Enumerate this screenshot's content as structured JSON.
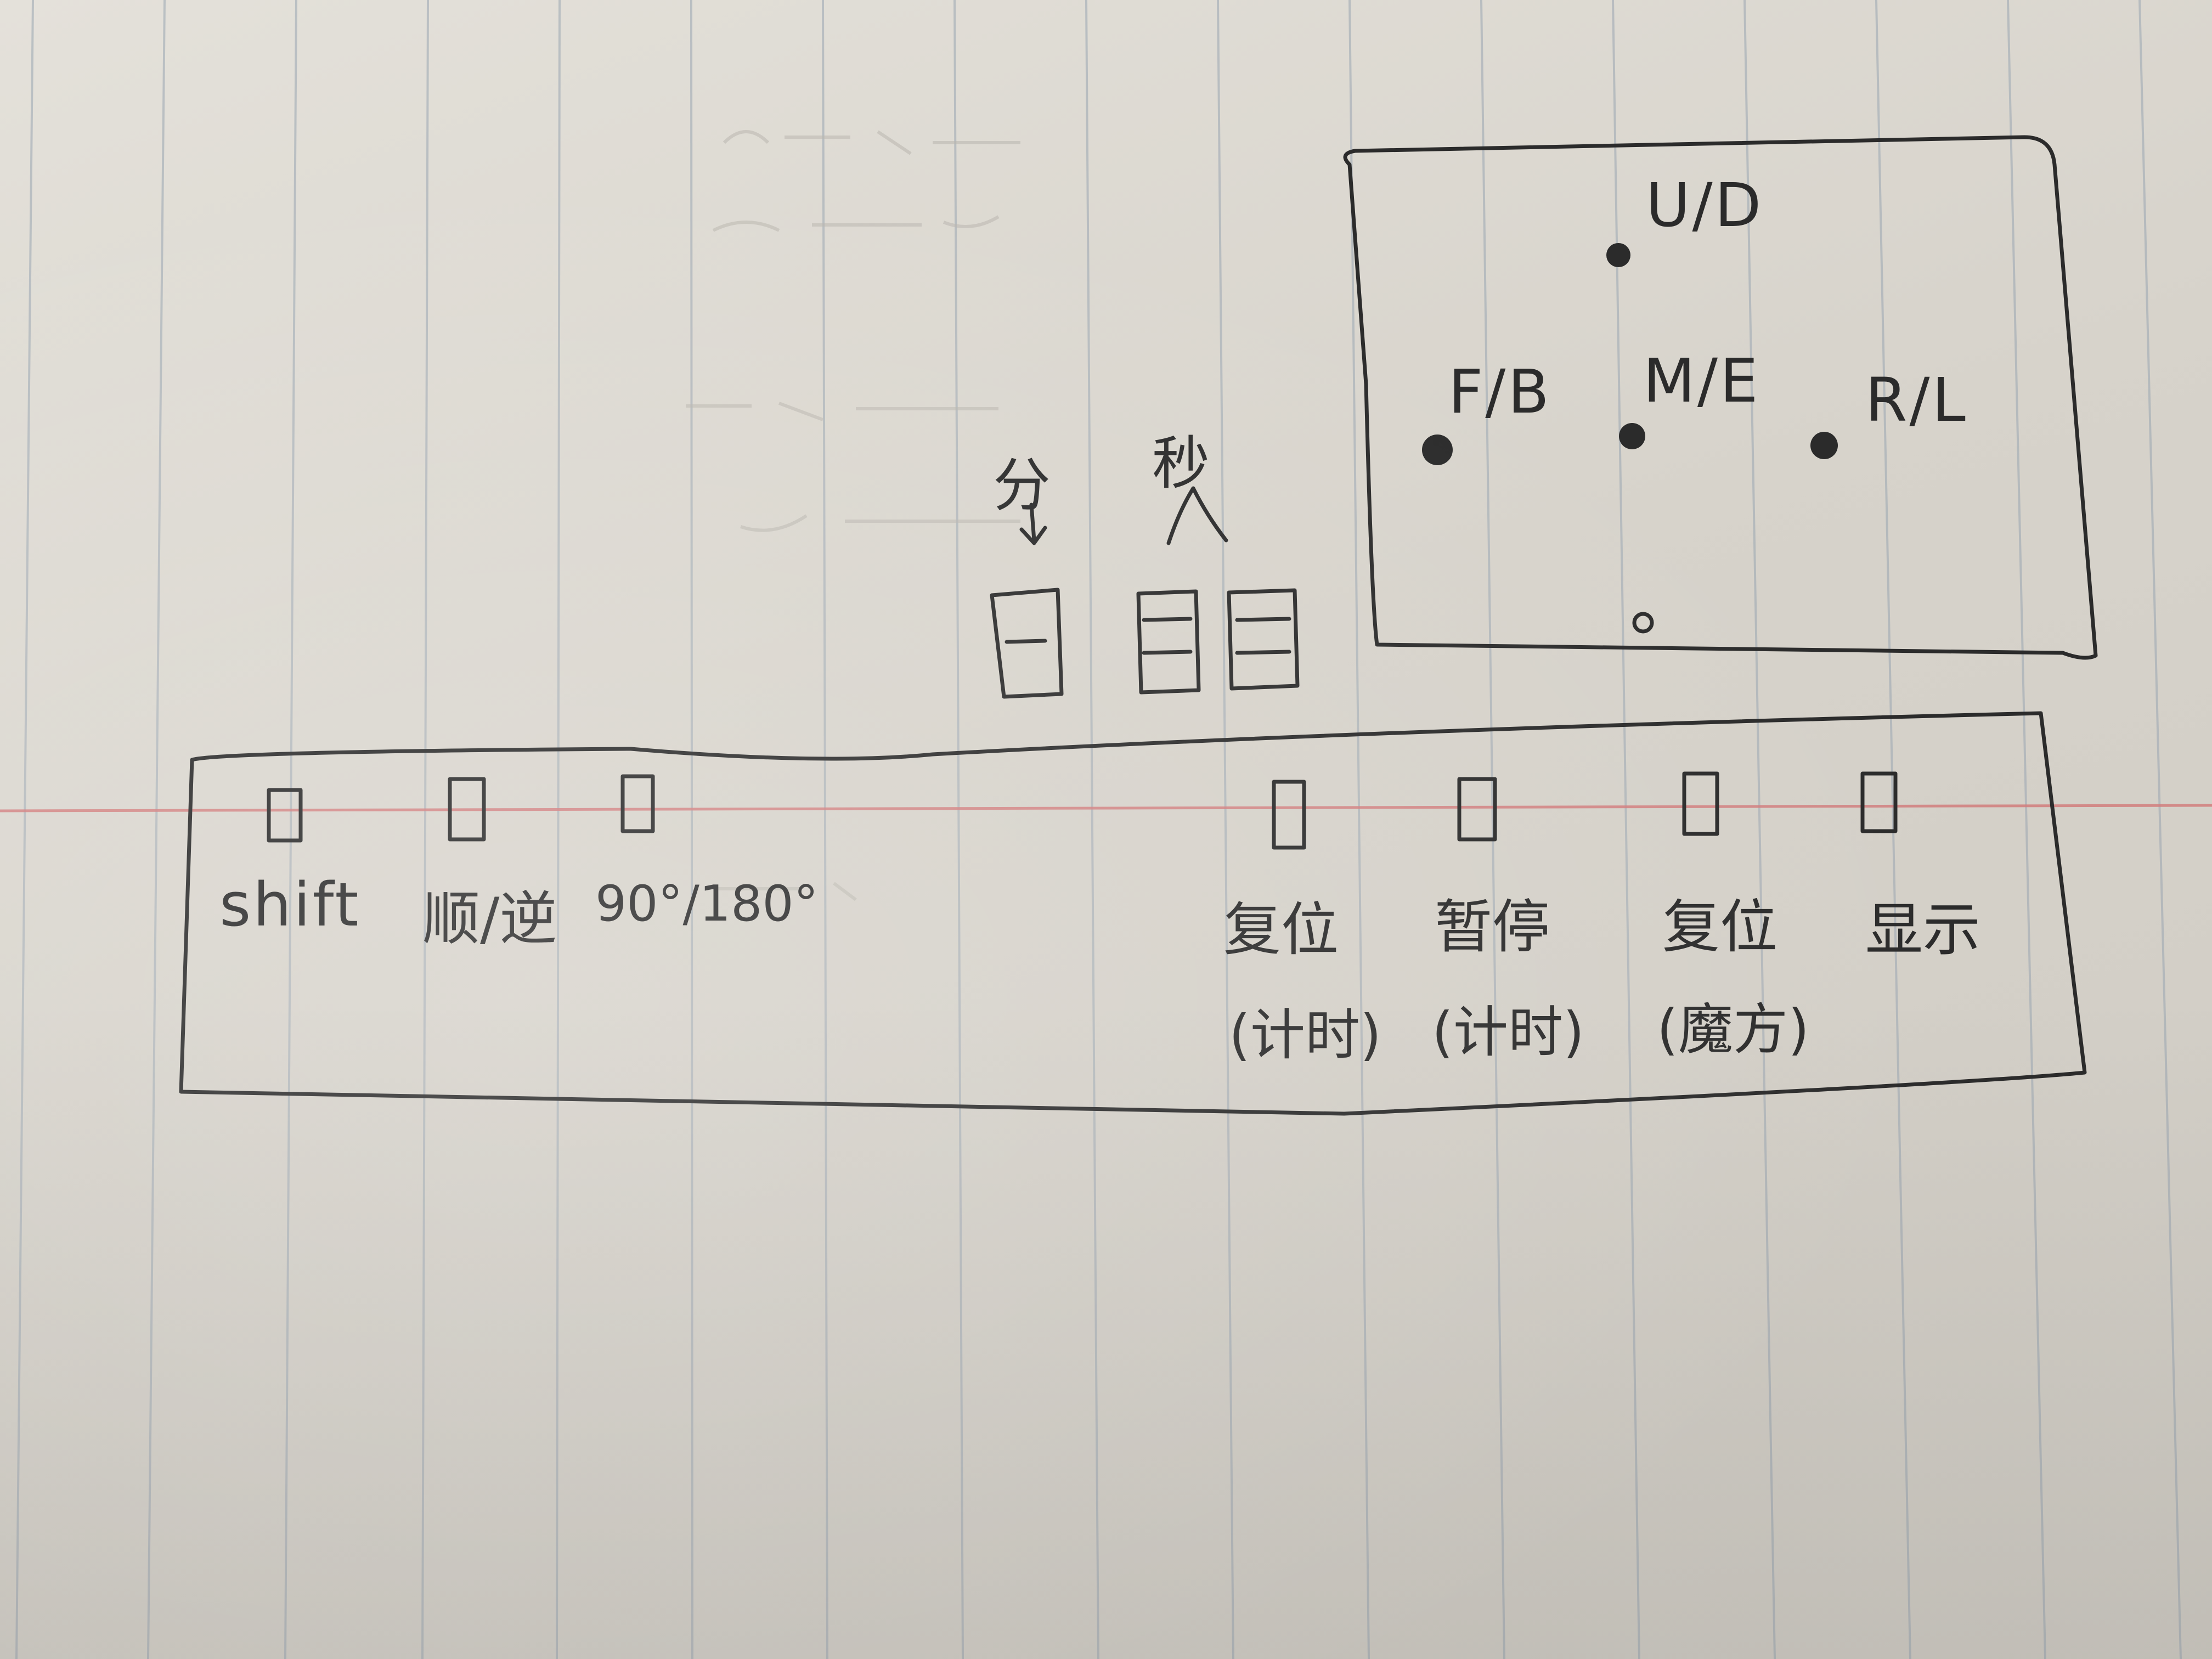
{
  "orientation_box": {
    "labels": {
      "top": "U/D",
      "left": "F/B",
      "middle": "M/E",
      "right": "R/L"
    }
  },
  "mode_indicator": {
    "min_label": "分",
    "sec_label": "秒"
  },
  "button_panel": {
    "left_buttons": [
      {
        "label": "shift"
      },
      {
        "label": "顺/逆"
      },
      {
        "label": "90°/180°"
      }
    ],
    "right_buttons": [
      {
        "label": "复位",
        "sublabel": "(计时)"
      },
      {
        "label": "暂停",
        "sublabel": "(计时)"
      },
      {
        "label": "复位",
        "sublabel": "(魔方)"
      },
      {
        "label": "显示"
      }
    ]
  },
  "colors": {
    "ink": "#2b2b2b",
    "paper": "#dcd9d2",
    "rule_line": "#a9b4bf",
    "margin_line": "#d88a8a"
  }
}
